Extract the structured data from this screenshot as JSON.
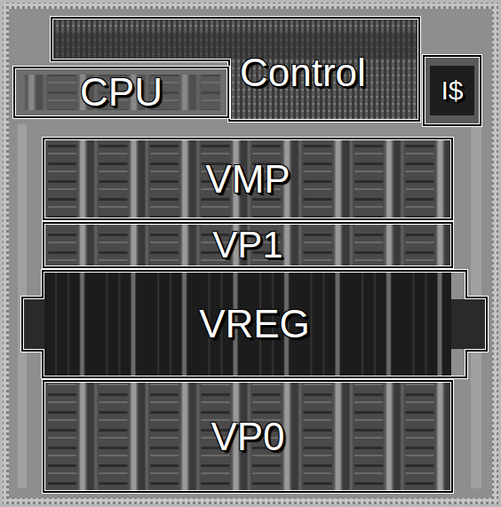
{
  "diagram": {
    "nodes": [
      {
        "text": [
          "Control"
        ]
      },
      {
        "text": [
          "CPU"
        ]
      },
      {
        "text": [
          "I$"
        ]
      },
      {
        "text": [
          "VMP"
        ]
      },
      {
        "text": [
          "VP1"
        ]
      },
      {
        "text": [
          "VREG"
        ]
      },
      {
        "text": [
          "VP0"
        ]
      }
    ]
  }
}
